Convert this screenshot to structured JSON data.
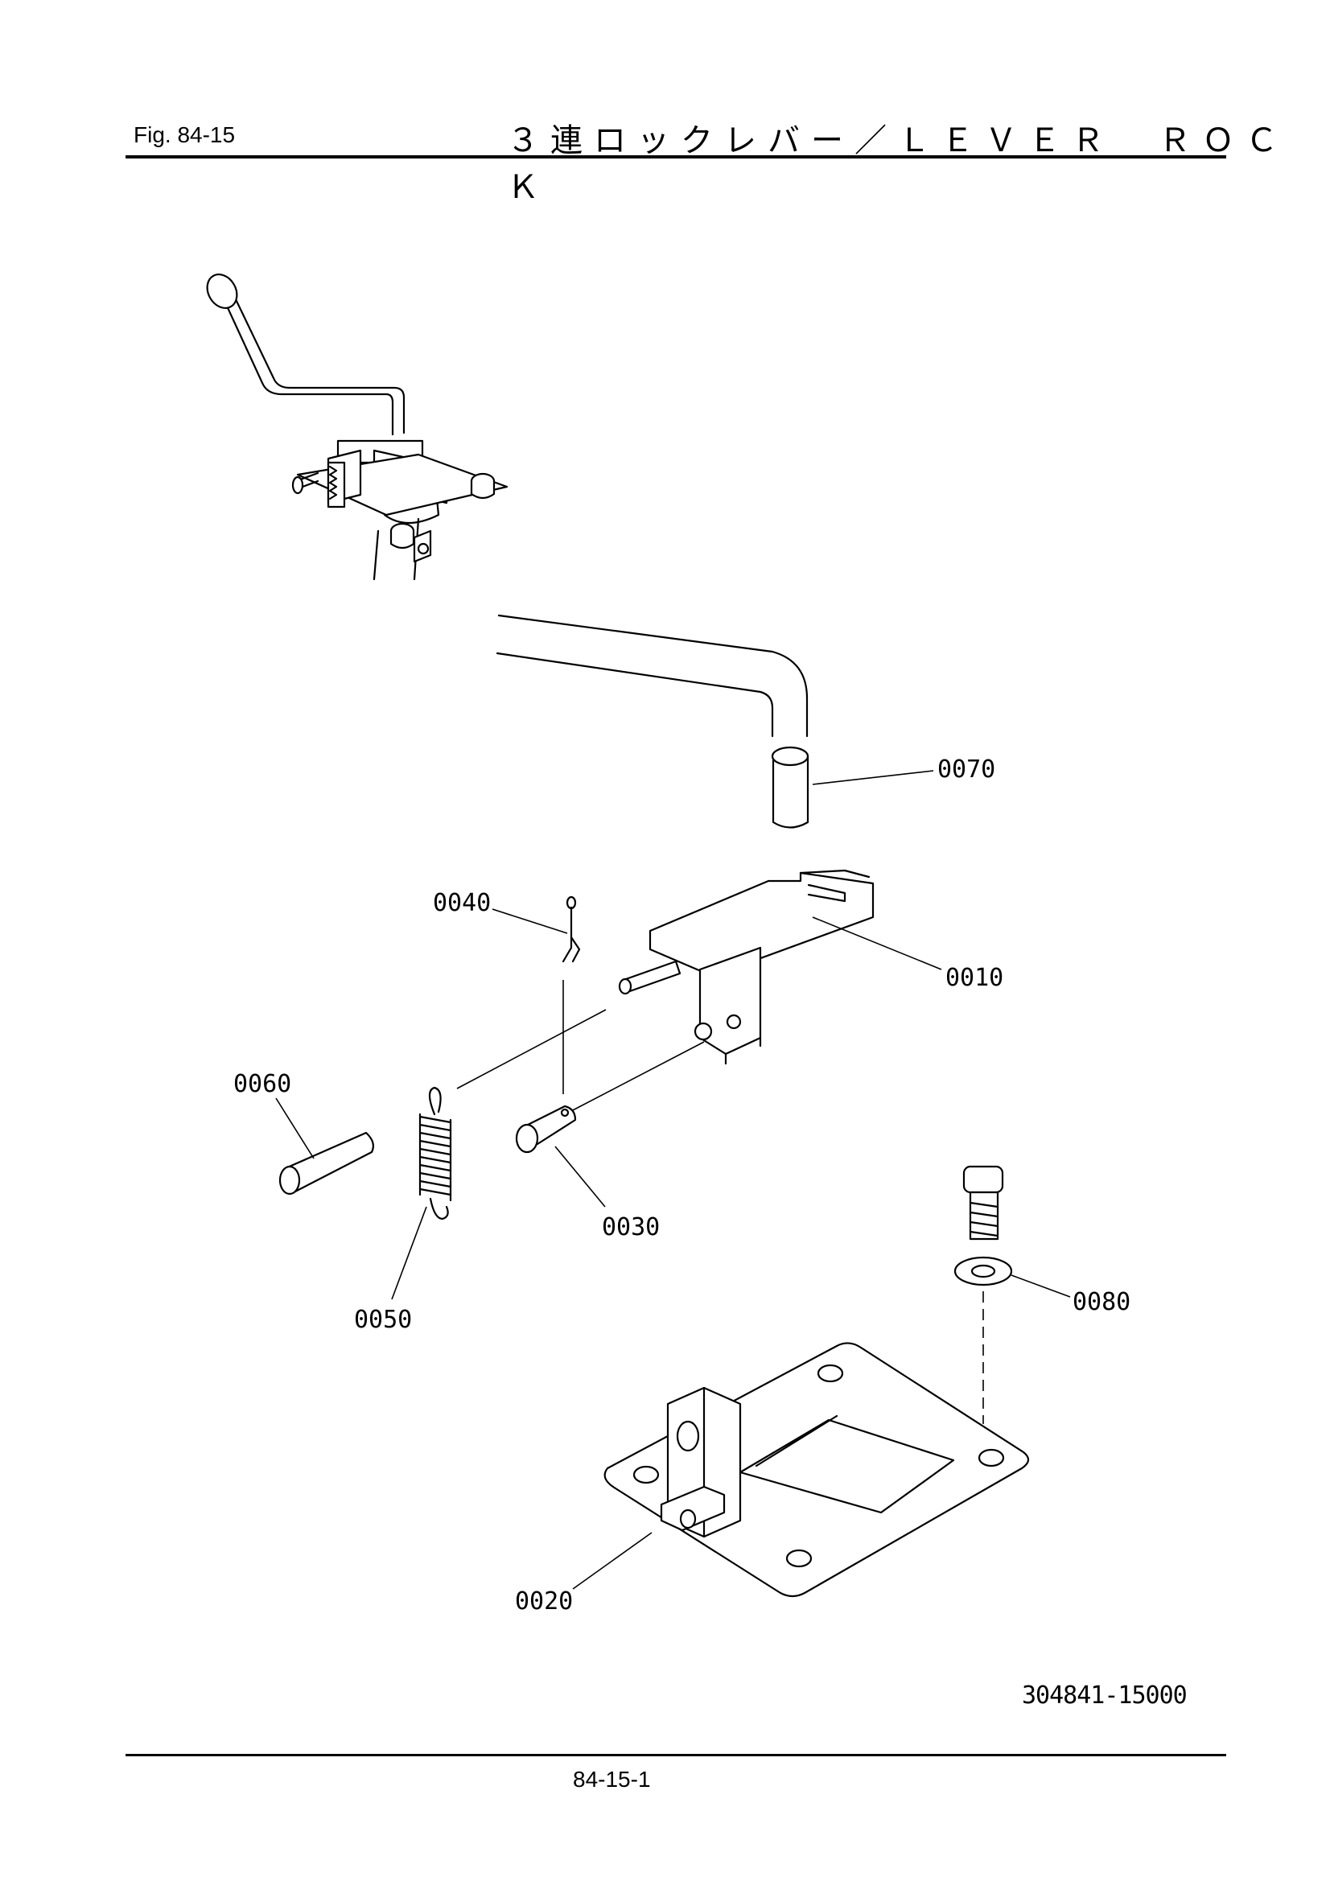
{
  "header": {
    "fig_label": "Fig. 84-15",
    "title": "３連ロックレバー／ＬＥＶＥＲ　ＲＯＣＫ"
  },
  "callouts": {
    "p0010": "0010",
    "p0020": "0020",
    "p0030": "0030",
    "p0040": "0040",
    "p0050": "0050",
    "p0060": "0060",
    "p0070": "0070",
    "p0080": "0080"
  },
  "footer": {
    "drawing_number": "304841-15000",
    "page_number": "84-15-1"
  }
}
